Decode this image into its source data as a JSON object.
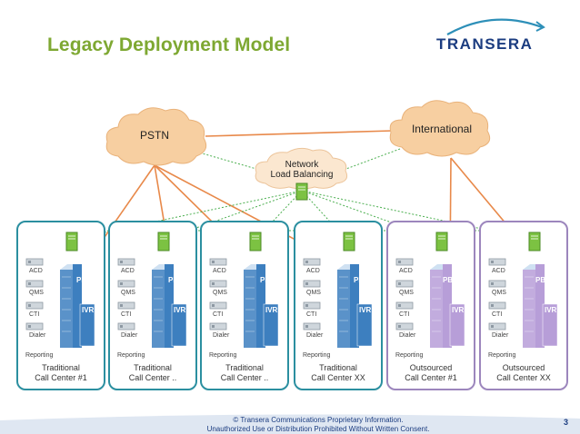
{
  "title": "Legacy Deployment Model",
  "logo": {
    "text": "TRANSERA"
  },
  "clouds": {
    "pstn": "PSTN",
    "international": "International"
  },
  "network_load_balancing": {
    "line1": "Network",
    "line2": "Load Balancing"
  },
  "components": {
    "acd": "ACD",
    "qms": "QMS",
    "cti": "CTI",
    "dialer": "Dialer",
    "reporting": "Reporting",
    "pbx": "PBX",
    "ivr": "IVR"
  },
  "centers": [
    {
      "line1": "Traditional",
      "line2": "Call Center #1",
      "type": "traditional"
    },
    {
      "line1": "Traditional",
      "line2": "Call Center ..",
      "type": "traditional"
    },
    {
      "line1": "Traditional",
      "line2": "Call Center ..",
      "type": "traditional"
    },
    {
      "line1": "Traditional",
      "line2": "Call Center XX",
      "type": "traditional"
    },
    {
      "line1": "Outsourced",
      "line2": "Call Center #1",
      "type": "outsourced"
    },
    {
      "line1": "Outsourced",
      "line2": "Call Center XX",
      "type": "outsourced"
    }
  ],
  "footer": {
    "line1": "©  Transera Communications Proprietary Information.",
    "line2": "Unauthorized Use or Distribution Prohibited Without Written Consent."
  },
  "page_number": "3",
  "colors": {
    "title_green": "#7ea832",
    "traditional_border": "#2b8fa0",
    "outsourced_border": "#9c86bd",
    "traditional_tower": "#3d7fbf",
    "outsourced_tower": "#b79ed8",
    "voice_line": "#e8894a",
    "data_line": "#4caf50",
    "cloud_fill": "#f7cfa1",
    "logo_navy": "#1b3c80"
  }
}
